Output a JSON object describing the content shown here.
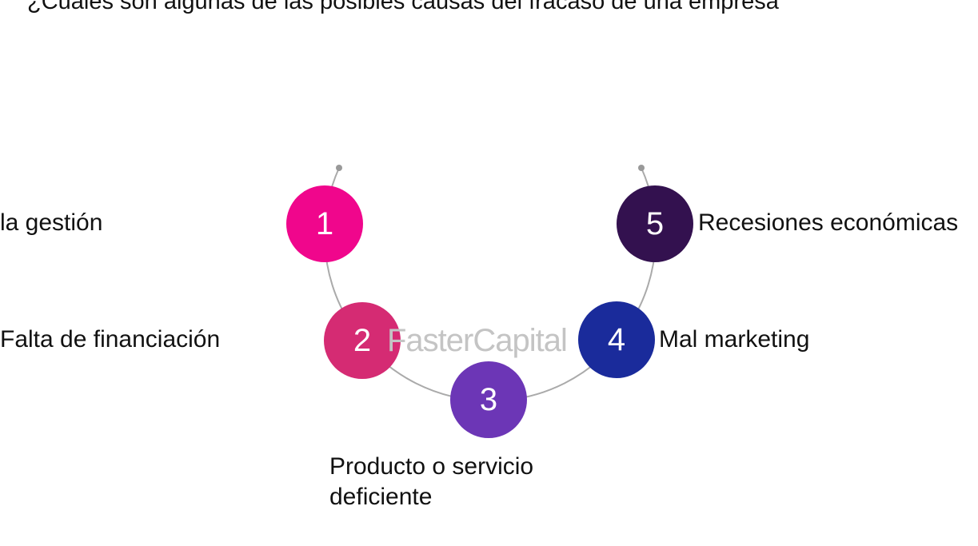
{
  "title": "¿Cuáles son algunas de las posibles causas del fracaso de una empresa",
  "items": [
    {
      "number": "1",
      "label": "la gestión",
      "color": "#f0068c"
    },
    {
      "number": "2",
      "label": "Falta de financiación",
      "color": "#d52b73"
    },
    {
      "number": "3",
      "label_line1": "Producto o servicio",
      "label_line2": "deficiente",
      "color": "#6c36b6"
    },
    {
      "number": "4",
      "label": "Mal marketing",
      "color": "#1a2b9b"
    },
    {
      "number": "5",
      "label": "Recesiones económicas",
      "color": "#33114f"
    }
  ],
  "watermark": "FasterCapital"
}
